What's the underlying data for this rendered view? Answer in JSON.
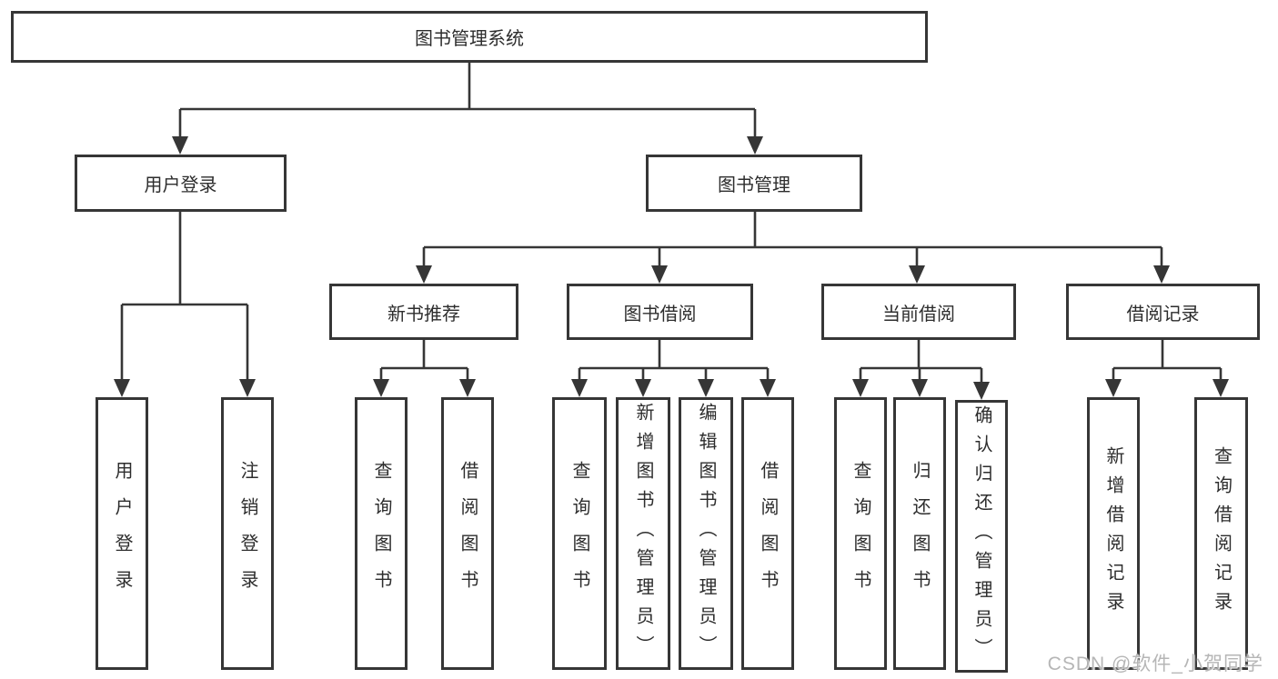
{
  "root": {
    "label": "图书管理系统"
  },
  "branches": {
    "userLogin": {
      "label": "用户登录",
      "children": {
        "login": "用户登录",
        "logout": "注销登录"
      }
    },
    "bookMgmt": {
      "label": "图书管理",
      "sections": {
        "newBook": {
          "label": "新书推荐",
          "children": {
            "query": "查询图书",
            "borrow": "借阅图书"
          }
        },
        "borrow": {
          "label": "图书借阅",
          "children": {
            "query": "查询图书",
            "add": "新增图书（管理员）",
            "edit": "编辑图书（管理员）",
            "borrow": "借阅图书"
          }
        },
        "current": {
          "label": "当前借阅",
          "children": {
            "query": "查询图书",
            "return": "归还图书",
            "confirm": "确认归还（管理员）"
          }
        },
        "record": {
          "label": "借阅记录",
          "children": {
            "add": "新增借阅记录",
            "query": "查询借阅记录"
          }
        }
      }
    }
  },
  "colors": {
    "line": "#363636",
    "text": "#2d2d2d",
    "background": "#ffffff",
    "watermark": "#b0b0b0"
  },
  "watermark": "CSDN @软件_小贺同学"
}
